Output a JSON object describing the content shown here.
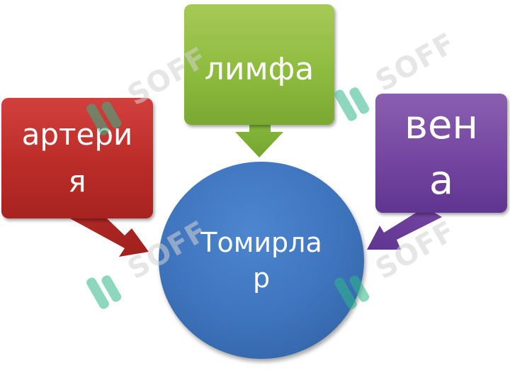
{
  "diagram": {
    "center": {
      "label": "Томирла\nр",
      "color": "#3d73bb"
    },
    "nodes": [
      {
        "id": "arteriya",
        "label": "артери\nя",
        "color": "#bb2c28"
      },
      {
        "id": "limfa",
        "label": "лимфа",
        "color": "#8ebc3f"
      },
      {
        "id": "vena",
        "label": "вен\nа",
        "color": "#7446a1"
      }
    ]
  },
  "watermark": {
    "text": "SOFF",
    "color": "#2fb88a"
  }
}
